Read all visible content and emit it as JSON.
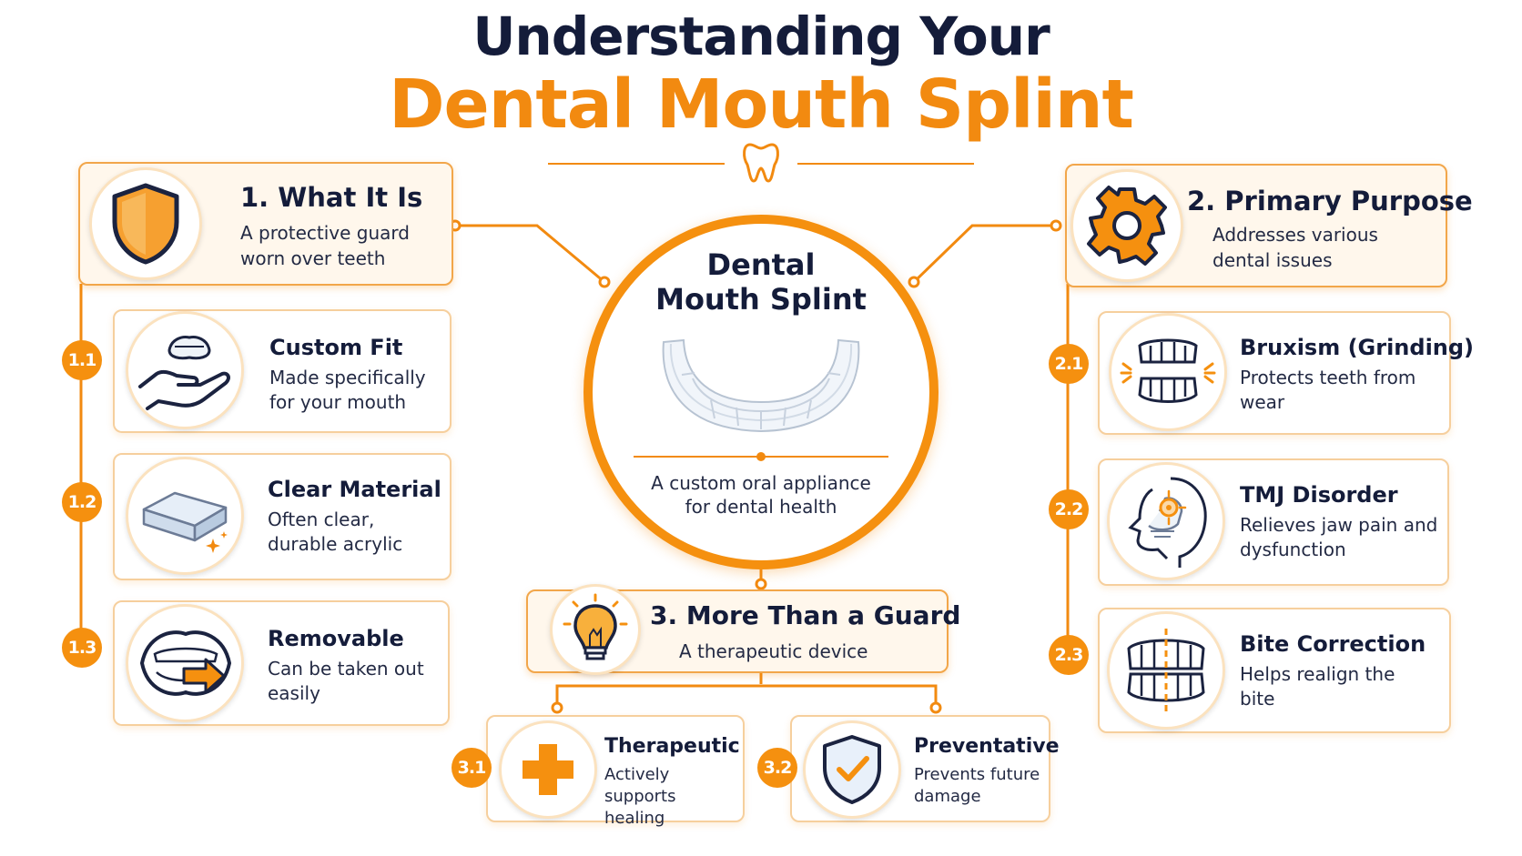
{
  "title": {
    "line1": "Understanding Your",
    "line2": "Dental Mouth Splint"
  },
  "colors": {
    "accent": "#f5900f",
    "navy": "#141c3a",
    "card_bg": "#fff7ec"
  },
  "center": {
    "title_line1": "Dental",
    "title_line2": "Mouth Splint",
    "desc_line1": "A custom oral appliance",
    "desc_line2": "for dental health"
  },
  "section1": {
    "title": "1. What It Is",
    "desc": "A protective guard worn over teeth",
    "icon": "shield-icon",
    "items": [
      {
        "badge": "1.1",
        "title": "Custom Fit",
        "desc": "Made specifically for your mouth",
        "icon": "hand-holding-splint-icon"
      },
      {
        "badge": "1.2",
        "title": "Clear Material",
        "desc": "Often clear, durable acrylic",
        "icon": "acrylic-block-icon"
      },
      {
        "badge": "1.3",
        "title": "Removable",
        "desc": "Can be taken out easily",
        "icon": "mouth-remove-icon"
      }
    ]
  },
  "section2": {
    "title": "2. Primary Purpose",
    "desc": "Addresses various dental issues",
    "icon": "gear-icon",
    "items": [
      {
        "badge": "2.1",
        "title": "Bruxism (Grinding)",
        "desc": "Protects teeth from wear",
        "icon": "grinding-teeth-icon"
      },
      {
        "badge": "2.2",
        "title": "TMJ Disorder",
        "desc": "Relieves jaw pain and dysfunction",
        "icon": "jaw-joint-icon"
      },
      {
        "badge": "2.3",
        "title": "Bite Correction",
        "desc": "Helps realign the bite",
        "icon": "bite-alignment-icon"
      }
    ]
  },
  "section3": {
    "title": "3. More Than a Guard",
    "desc": "A therapeutic device",
    "icon": "lightbulb-icon",
    "items": [
      {
        "badge": "3.1",
        "title": "Therapeutic",
        "desc": "Actively supports healing",
        "icon": "medical-cross-icon"
      },
      {
        "badge": "3.2",
        "title": "Preventative",
        "desc": "Prevents future damage",
        "icon": "shield-check-icon"
      }
    ]
  }
}
